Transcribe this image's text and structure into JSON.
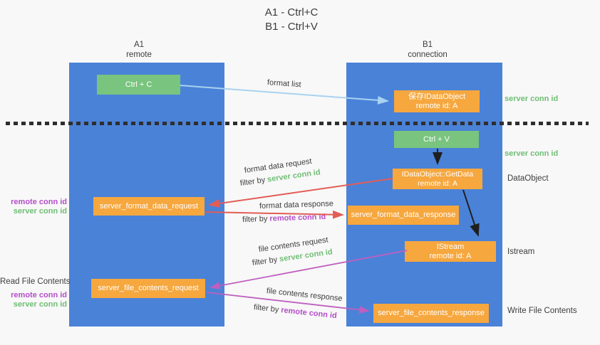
{
  "title": {
    "line1": "A1 - Ctrl+C",
    "line2": "B1 - Ctrl+V"
  },
  "lanes": {
    "left": {
      "name": "A1",
      "role": "remote"
    },
    "right": {
      "name": "B1",
      "role": "connection"
    }
  },
  "nodes": {
    "ctrl_c": {
      "label": "Ctrl + C"
    },
    "save_idataobject": {
      "line1": "保存IDataObject",
      "line2": "remote id: A"
    },
    "ctrl_v": {
      "label": "Ctrl + V"
    },
    "getdata": {
      "line1": "IDataObject::GetData",
      "line2": "remote id: A"
    },
    "format_request": {
      "label": "server_format_data_request"
    },
    "format_response": {
      "label": "server_format_data_response"
    },
    "istream": {
      "line1": "IStream",
      "line2": "remote id: A"
    },
    "file_request": {
      "label": "server_file_contents_request"
    },
    "file_response": {
      "label": "server_file_contents_response"
    }
  },
  "annotations": {
    "format_list": "format list",
    "format_data_request": "format data request",
    "format_data_response": "format data response",
    "file_contents_request": "file contents request",
    "file_contents_response": "file contents response",
    "filter_by": "filter by",
    "server_conn_id": "server conn id",
    "remote_conn_id": "remote conn id"
  },
  "side_labels": {
    "server_conn_id_top": "server conn id",
    "server_conn_id_mid": "server conn id",
    "dataobject": "DataObject",
    "istream": "Istream",
    "write_file_contents": "Write File Contents",
    "read_file_contents": "Read File Contents",
    "remote_conn_id_upper": "remote conn id",
    "server_conn_id_upper": "server conn id",
    "remote_conn_id_lower": "remote conn id",
    "server_conn_id_lower": "server conn id"
  },
  "colors": {
    "lane_blue": "#4a82d8",
    "box_green": "#79c47e",
    "box_orange": "#f6a73e",
    "arrow_red": "#e25d55",
    "arrow_magenta": "#bf5fbf",
    "arrow_light_blue": "#a8d2f0",
    "arrow_black": "#1f1f1f",
    "conn_id_green": "#6fbe74",
    "conn_id_purple": "#b44ec8",
    "divider_dark": "#2e2e2e"
  }
}
